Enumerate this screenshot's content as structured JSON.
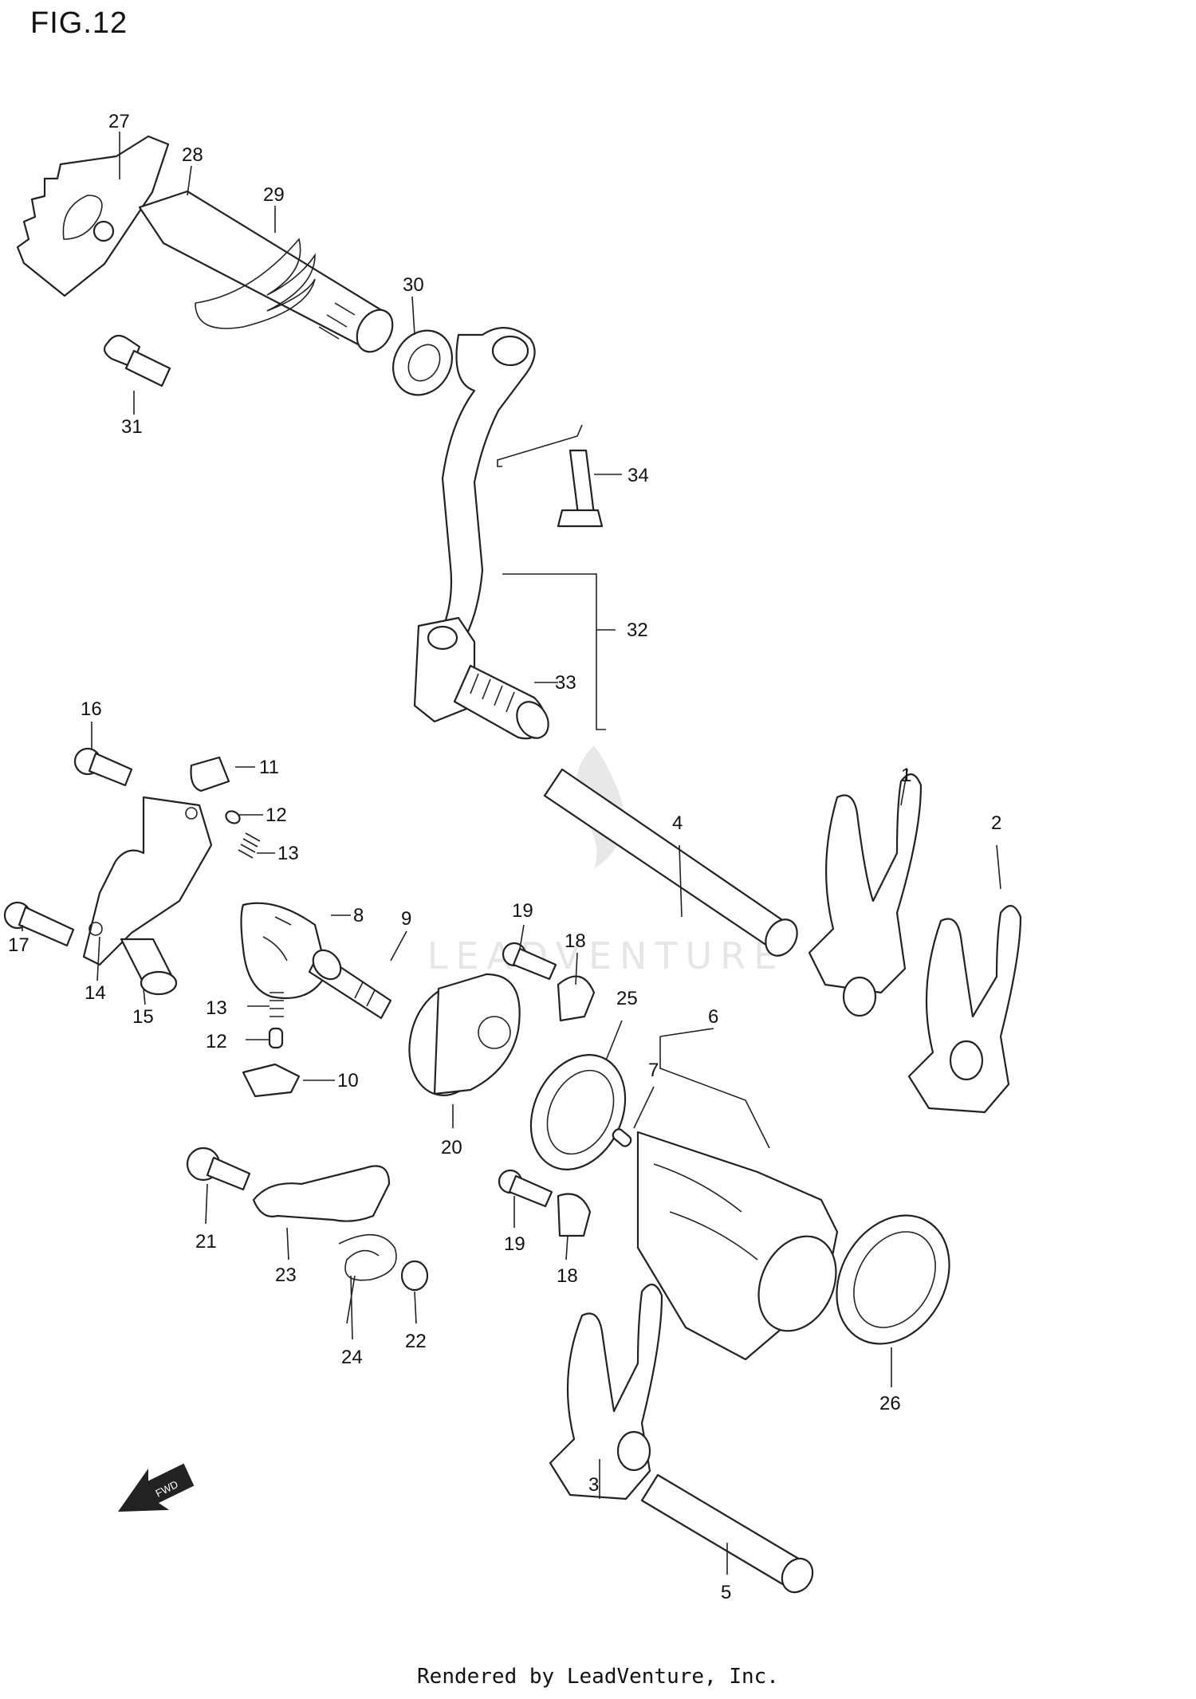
{
  "figure": {
    "title": "FIG.12"
  },
  "footer": {
    "text": "Rendered by LeadVenture, Inc."
  },
  "watermark": {
    "text": "LEADVENTURE"
  },
  "arrow": {
    "label": "FWD"
  },
  "callouts": [
    "1",
    "2",
    "3",
    "4",
    "5",
    "6",
    "7",
    "8",
    "9",
    "10",
    "11",
    "12",
    "12",
    "13",
    "13",
    "14",
    "15",
    "16",
    "17",
    "18",
    "18",
    "19",
    "19",
    "20",
    "21",
    "22",
    "23",
    "24",
    "25",
    "26",
    "27",
    "28",
    "29",
    "30",
    "31",
    "32",
    "33",
    "34"
  ]
}
